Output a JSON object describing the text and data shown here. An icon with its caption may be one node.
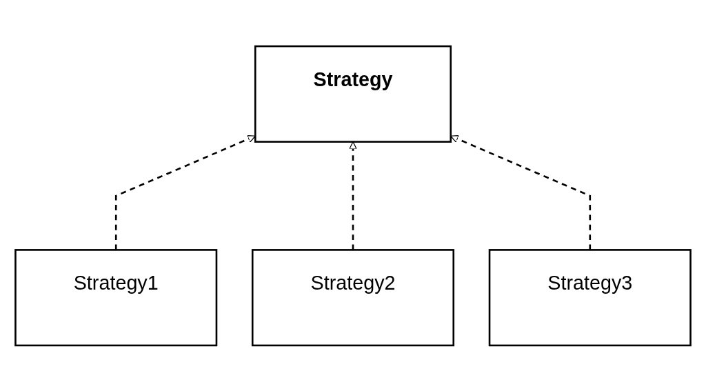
{
  "diagram": {
    "nodes": [
      {
        "text": [
          "Strategy"
        ]
      },
      {
        "text": [
          "Strategy1"
        ]
      },
      {
        "text": [
          "Strategy2"
        ]
      },
      {
        "text": [
          "Strategy3"
        ]
      }
    ],
    "edges": [
      {
        "from": 1,
        "to": 0,
        "arrow": "to",
        "style": "dashed"
      },
      {
        "from": 2,
        "to": 0,
        "arrow": "to",
        "style": "dashed"
      },
      {
        "from": 3,
        "to": 0,
        "arrow": "to",
        "style": "dashed"
      }
    ]
  }
}
